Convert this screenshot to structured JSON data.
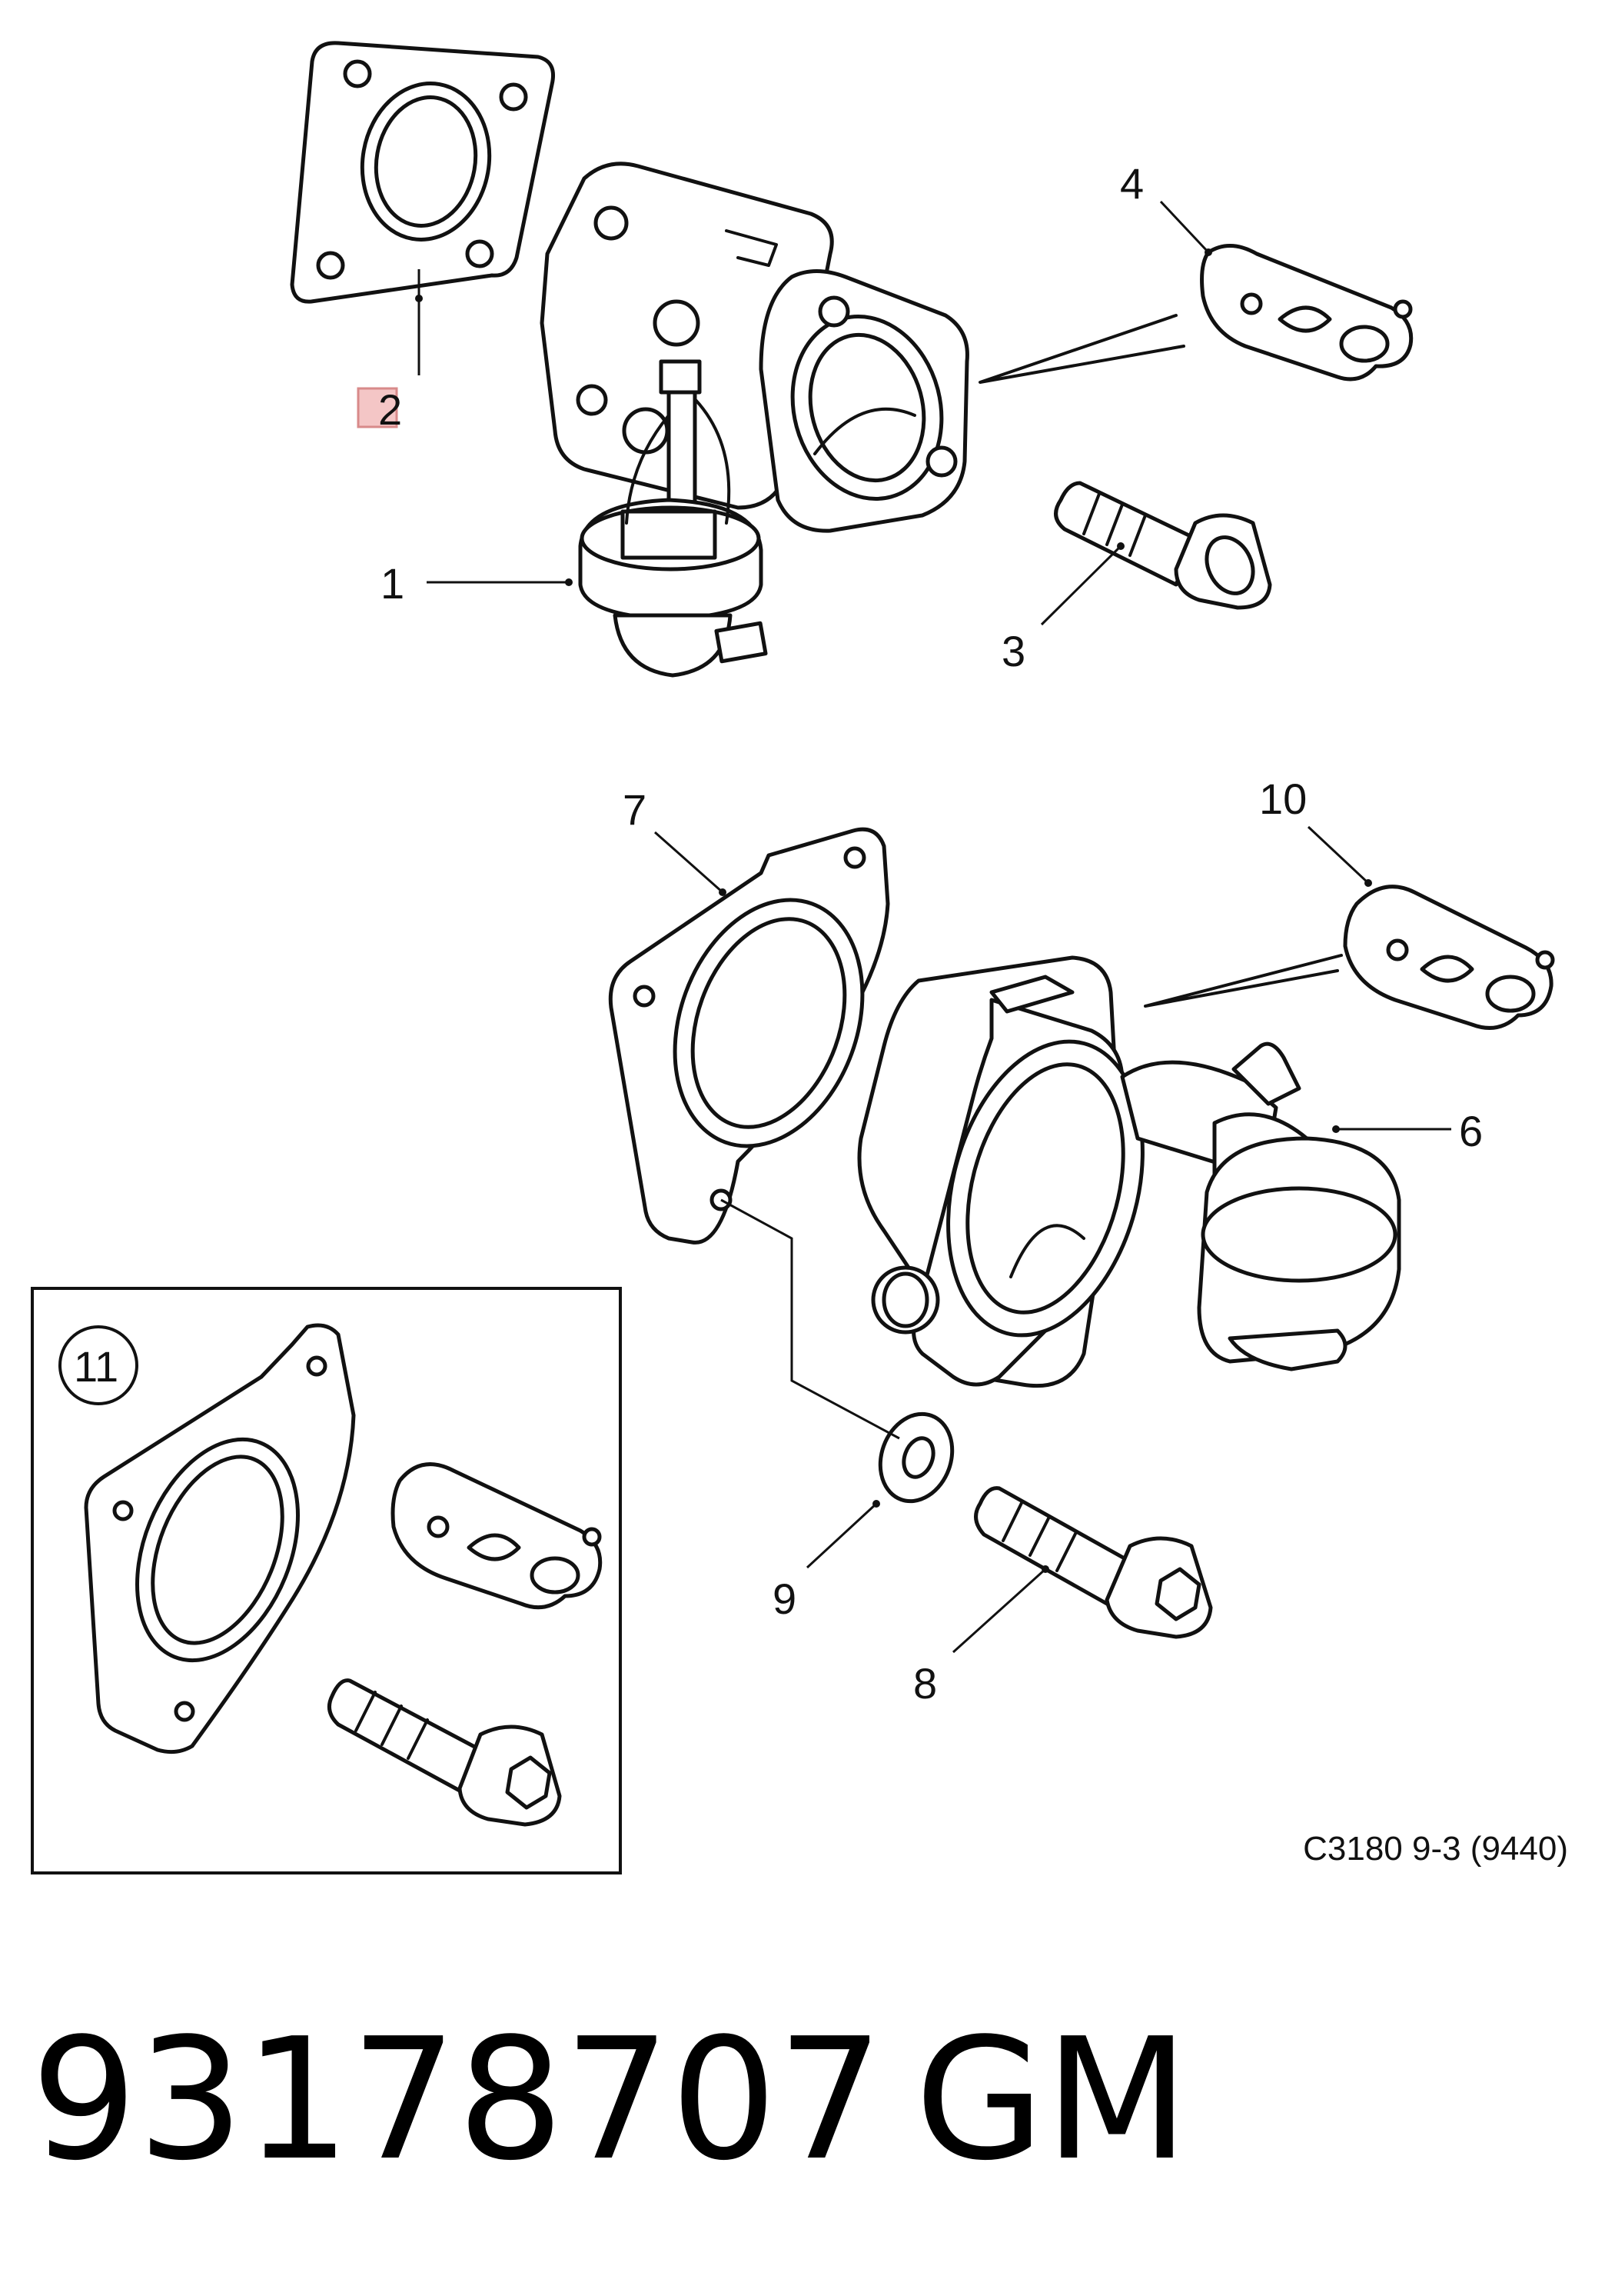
{
  "callouts": {
    "c1": "1",
    "c2": "2",
    "c3": "3",
    "c4": "4",
    "c5": "6",
    "c6": "7",
    "c7": "8",
    "c8": "9",
    "c9": "10",
    "c10": "11"
  },
  "reference_code": "C3180 9-3 (9440)",
  "part_number": "93178707",
  "brand": "GM",
  "colors": {
    "line": "#111111",
    "marker_fill": "#f4c6c6",
    "marker_stroke": "#d88a8a"
  }
}
